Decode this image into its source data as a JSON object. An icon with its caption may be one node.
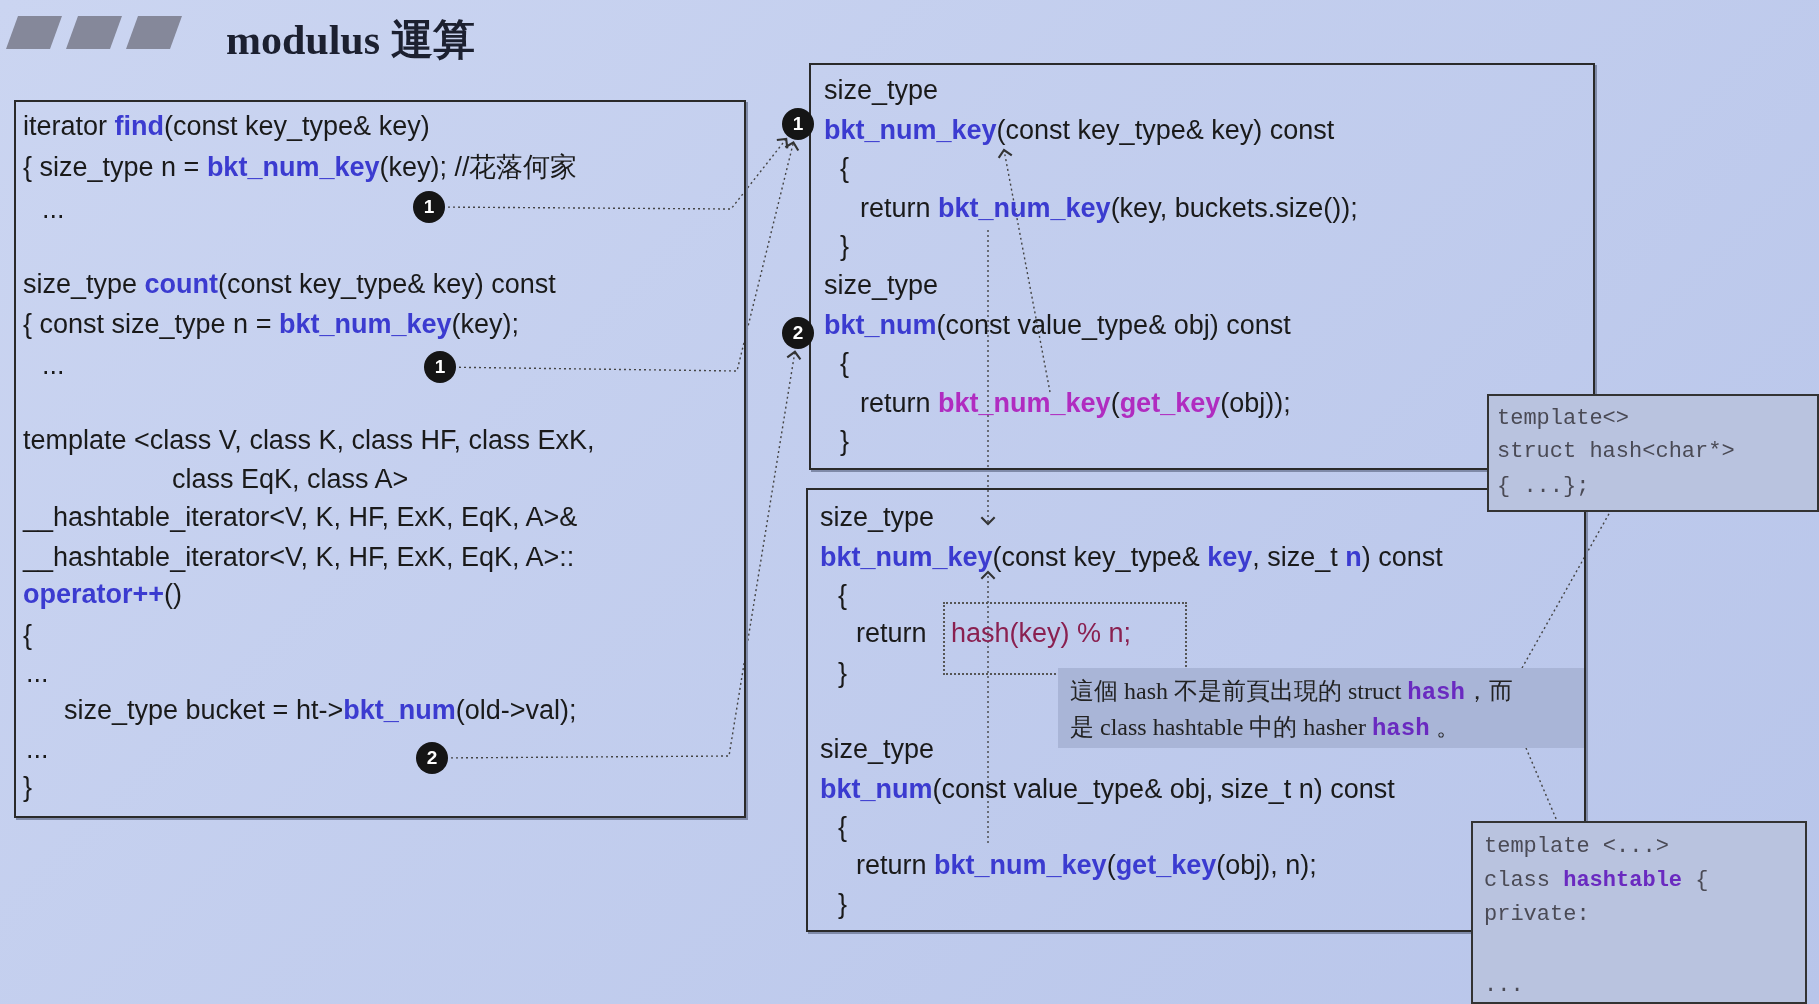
{
  "diagram": {
    "title": "modulus 運算",
    "nodes": [
      {
        "text": [
          "iterator **find**(const key_type& key)",
          "{ size_type n = **bkt_num_key**(key); //花落何家",
          "...",
          "size_type **count**(const key_type& key) const",
          "{ const size_type n = **bkt_num_key**(key);",
          "...",
          "template <class V, class K, class HF, class ExK,",
          "class EqK, class A>",
          "__hashtable_iterator<V, K, HF, ExK, EqK, A>&",
          "__hashtable_iterator<V, K, HF, ExK, EqK, A>::",
          "**operator++**()",
          "{",
          "...",
          "size_type bucket = ht->**bkt_num**(old->val);",
          "...",
          "}"
        ]
      },
      {
        "text": [
          "1"
        ],
        "in": 0
      },
      {
        "text": [
          "1"
        ],
        "in": 0
      },
      {
        "text": [
          "2"
        ],
        "in": 0
      },
      {
        "text": [
          "size_type",
          "**bkt_num_key**(const key_type& key) const",
          "{",
          "return **bkt_num_key**(key, buckets.size());",
          "}",
          "size_type",
          "**bkt_num**(const value_type& obj) const",
          "{",
          "return **bkt_num_key**(**get_key**(obj));",
          "}"
        ]
      },
      {
        "text": [
          "1"
        ]
      },
      {
        "text": [
          "2"
        ]
      },
      {
        "text": [
          "size_type",
          "**bkt_num_key**(const key_type& **key**, size_t **n**) const",
          "{",
          "return",
          "}",
          "size_type",
          "**bkt_num**(const value_type& obj, size_t n) const",
          "{",
          "return **bkt_num_key**(**get_key**(obj), n);",
          "}"
        ]
      },
      {
        "text": [
          "hash(key) % n;"
        ],
        "in": 7
      },
      {
        "text": [
          "這個 hash 不是前頁出現的 struct **hash**，而是 class hashtable 中的 hasher **hash** 。"
        ],
        "in": 7
      },
      {
        "text": [
          "template<>",
          "struct hash<char*>",
          "{ ...};"
        ]
      },
      {
        "text": [
          "template <...>",
          "class **hashtable** {",
          "private:",
          "..."
        ]
      }
    ],
    "edges": [
      {
        "from": 1,
        "to": 5,
        "arrow": "to",
        "style": "dashed"
      },
      {
        "from": 2,
        "to": 5,
        "arrow": "to",
        "style": "dashed"
      },
      {
        "from": 3,
        "to": 6,
        "arrow": "to",
        "style": "dashed"
      },
      {
        "from": null,
        "to": 4,
        "arrow": "to",
        "style": "dashed"
      },
      {
        "from": 4,
        "to": 7,
        "arrow": "to",
        "style": "dashed"
      },
      {
        "from": null,
        "to": 7,
        "arrow": "to",
        "style": "dashed"
      },
      {
        "from": 9,
        "to": 10,
        "arrow": "none",
        "style": "dashed"
      },
      {
        "from": 9,
        "to": 11,
        "arrow": "none",
        "style": "dashed"
      }
    ]
  }
}
